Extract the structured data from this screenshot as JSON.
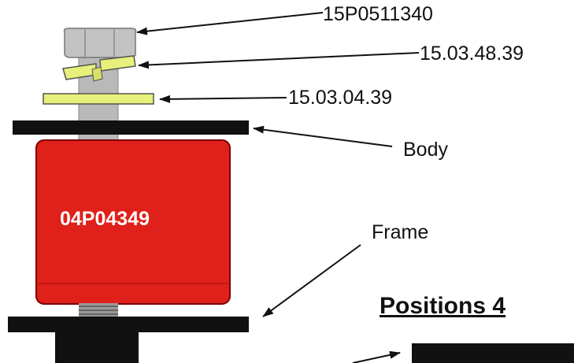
{
  "callouts": {
    "bolt": "15P0511340",
    "lock_washer": "15.03.48.39",
    "flat_washer": "15.03.04.39",
    "body": "Body",
    "frame": "Frame"
  },
  "mount_part_number": "04P04349",
  "section_heading": "Positions 4",
  "colors": {
    "mount": "#e0201a",
    "bolt": "#b9b9b9",
    "washer": "#e6f07a",
    "plate": "#111111"
  }
}
